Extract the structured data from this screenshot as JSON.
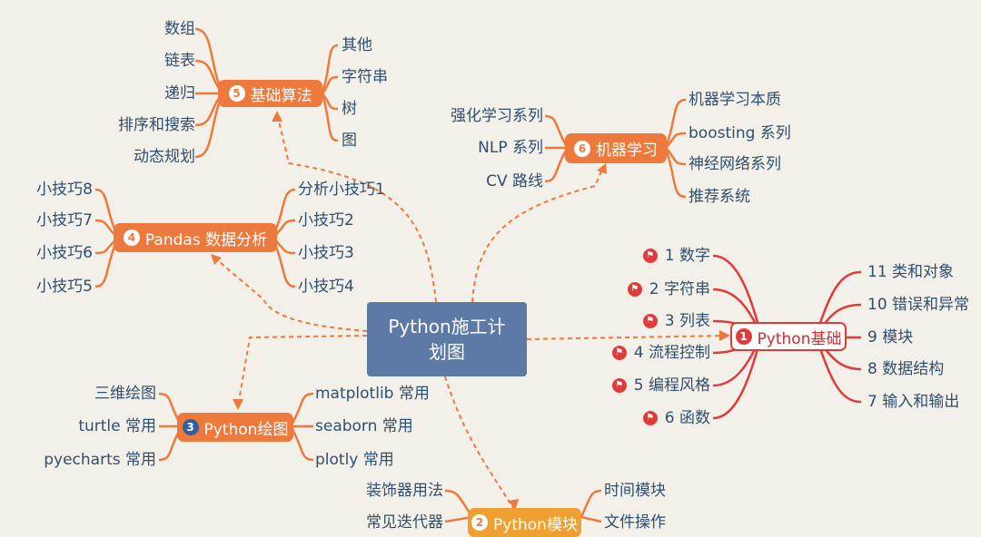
{
  "center": {
    "line1": "Python施工计",
    "line2": "划图"
  },
  "topics": {
    "t5": {
      "num": "5",
      "label": "基础算法",
      "left": [
        "数组",
        "链表",
        "递归",
        "排序和搜索",
        "动态规划"
      ],
      "right": [
        "其他",
        "字符串",
        "树",
        "图"
      ]
    },
    "t6": {
      "num": "6",
      "label": "机器学习",
      "left": [
        "强化学习系列",
        "NLP 系列",
        "CV 路线"
      ],
      "right": [
        "机器学习本质",
        "boosting 系列",
        "神经网络系列",
        "推荐系统"
      ]
    },
    "t4": {
      "num": "4",
      "label": "Pandas 数据分析",
      "left": [
        "小技巧8",
        "小技巧7",
        "小技巧6",
        "小技巧5"
      ],
      "right": [
        "分析小技巧1",
        "小技巧2",
        "小技巧3",
        "小技巧4"
      ]
    },
    "t1": {
      "num": "1",
      "label": "Python基础",
      "left": [
        "1 数字",
        "2 字符串",
        "3 列表",
        "4 流程控制",
        "5 编程风格",
        "6 函数"
      ],
      "right": [
        "11 类和对象",
        "10 错误和异常",
        "9 模块",
        "8 数据结构",
        "7 输入和输出"
      ]
    },
    "t3": {
      "num": "3",
      "label": "Python绘图",
      "left": [
        "三维绘图",
        "turtle 常用",
        "pyecharts 常用"
      ],
      "right": [
        "matplotlib 常用",
        "seaborn 常用",
        "plotly 常用"
      ]
    },
    "t2": {
      "num": "2",
      "label": "Python模块",
      "left": [
        "装饰器用法",
        "常见迭代器"
      ],
      "right": [
        "时间模块",
        "文件操作"
      ]
    }
  },
  "colors": {
    "orange": "#ed7a3c",
    "red": "#e03b3b",
    "center": "#5c7aa5",
    "text": "#2f4f6f",
    "background": "#f3efe9"
  }
}
